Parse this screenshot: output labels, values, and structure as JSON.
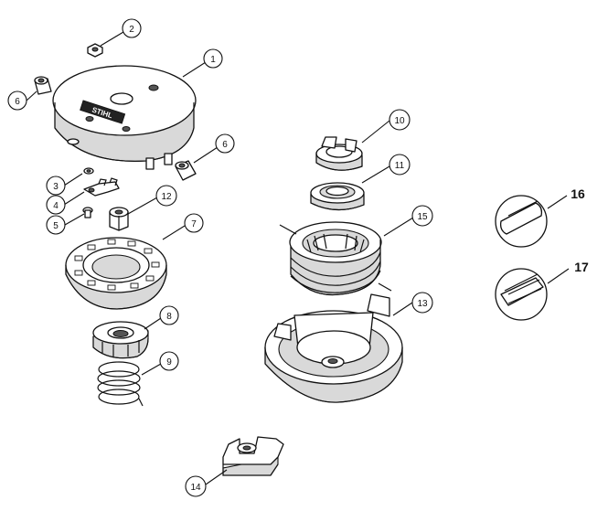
{
  "diagram": {
    "callouts": [
      {
        "id": "c1",
        "label": "1"
      },
      {
        "id": "c2",
        "label": "2"
      },
      {
        "id": "c3",
        "label": "3"
      },
      {
        "id": "c4",
        "label": "4"
      },
      {
        "id": "c5",
        "label": "5"
      },
      {
        "id": "c6a",
        "label": "6"
      },
      {
        "id": "c6b",
        "label": "6"
      },
      {
        "id": "c7",
        "label": "7"
      },
      {
        "id": "c8",
        "label": "8"
      },
      {
        "id": "c9",
        "label": "9"
      },
      {
        "id": "c10",
        "label": "10"
      },
      {
        "id": "c11",
        "label": "11"
      },
      {
        "id": "c12",
        "label": "12"
      },
      {
        "id": "c13",
        "label": "13"
      },
      {
        "id": "c14",
        "label": "14"
      },
      {
        "id": "c15",
        "label": "15"
      }
    ],
    "large_labels": [
      {
        "id": "l16",
        "label": "16"
      },
      {
        "id": "l17",
        "label": "17"
      }
    ],
    "cover_stamp": "STIHL"
  }
}
